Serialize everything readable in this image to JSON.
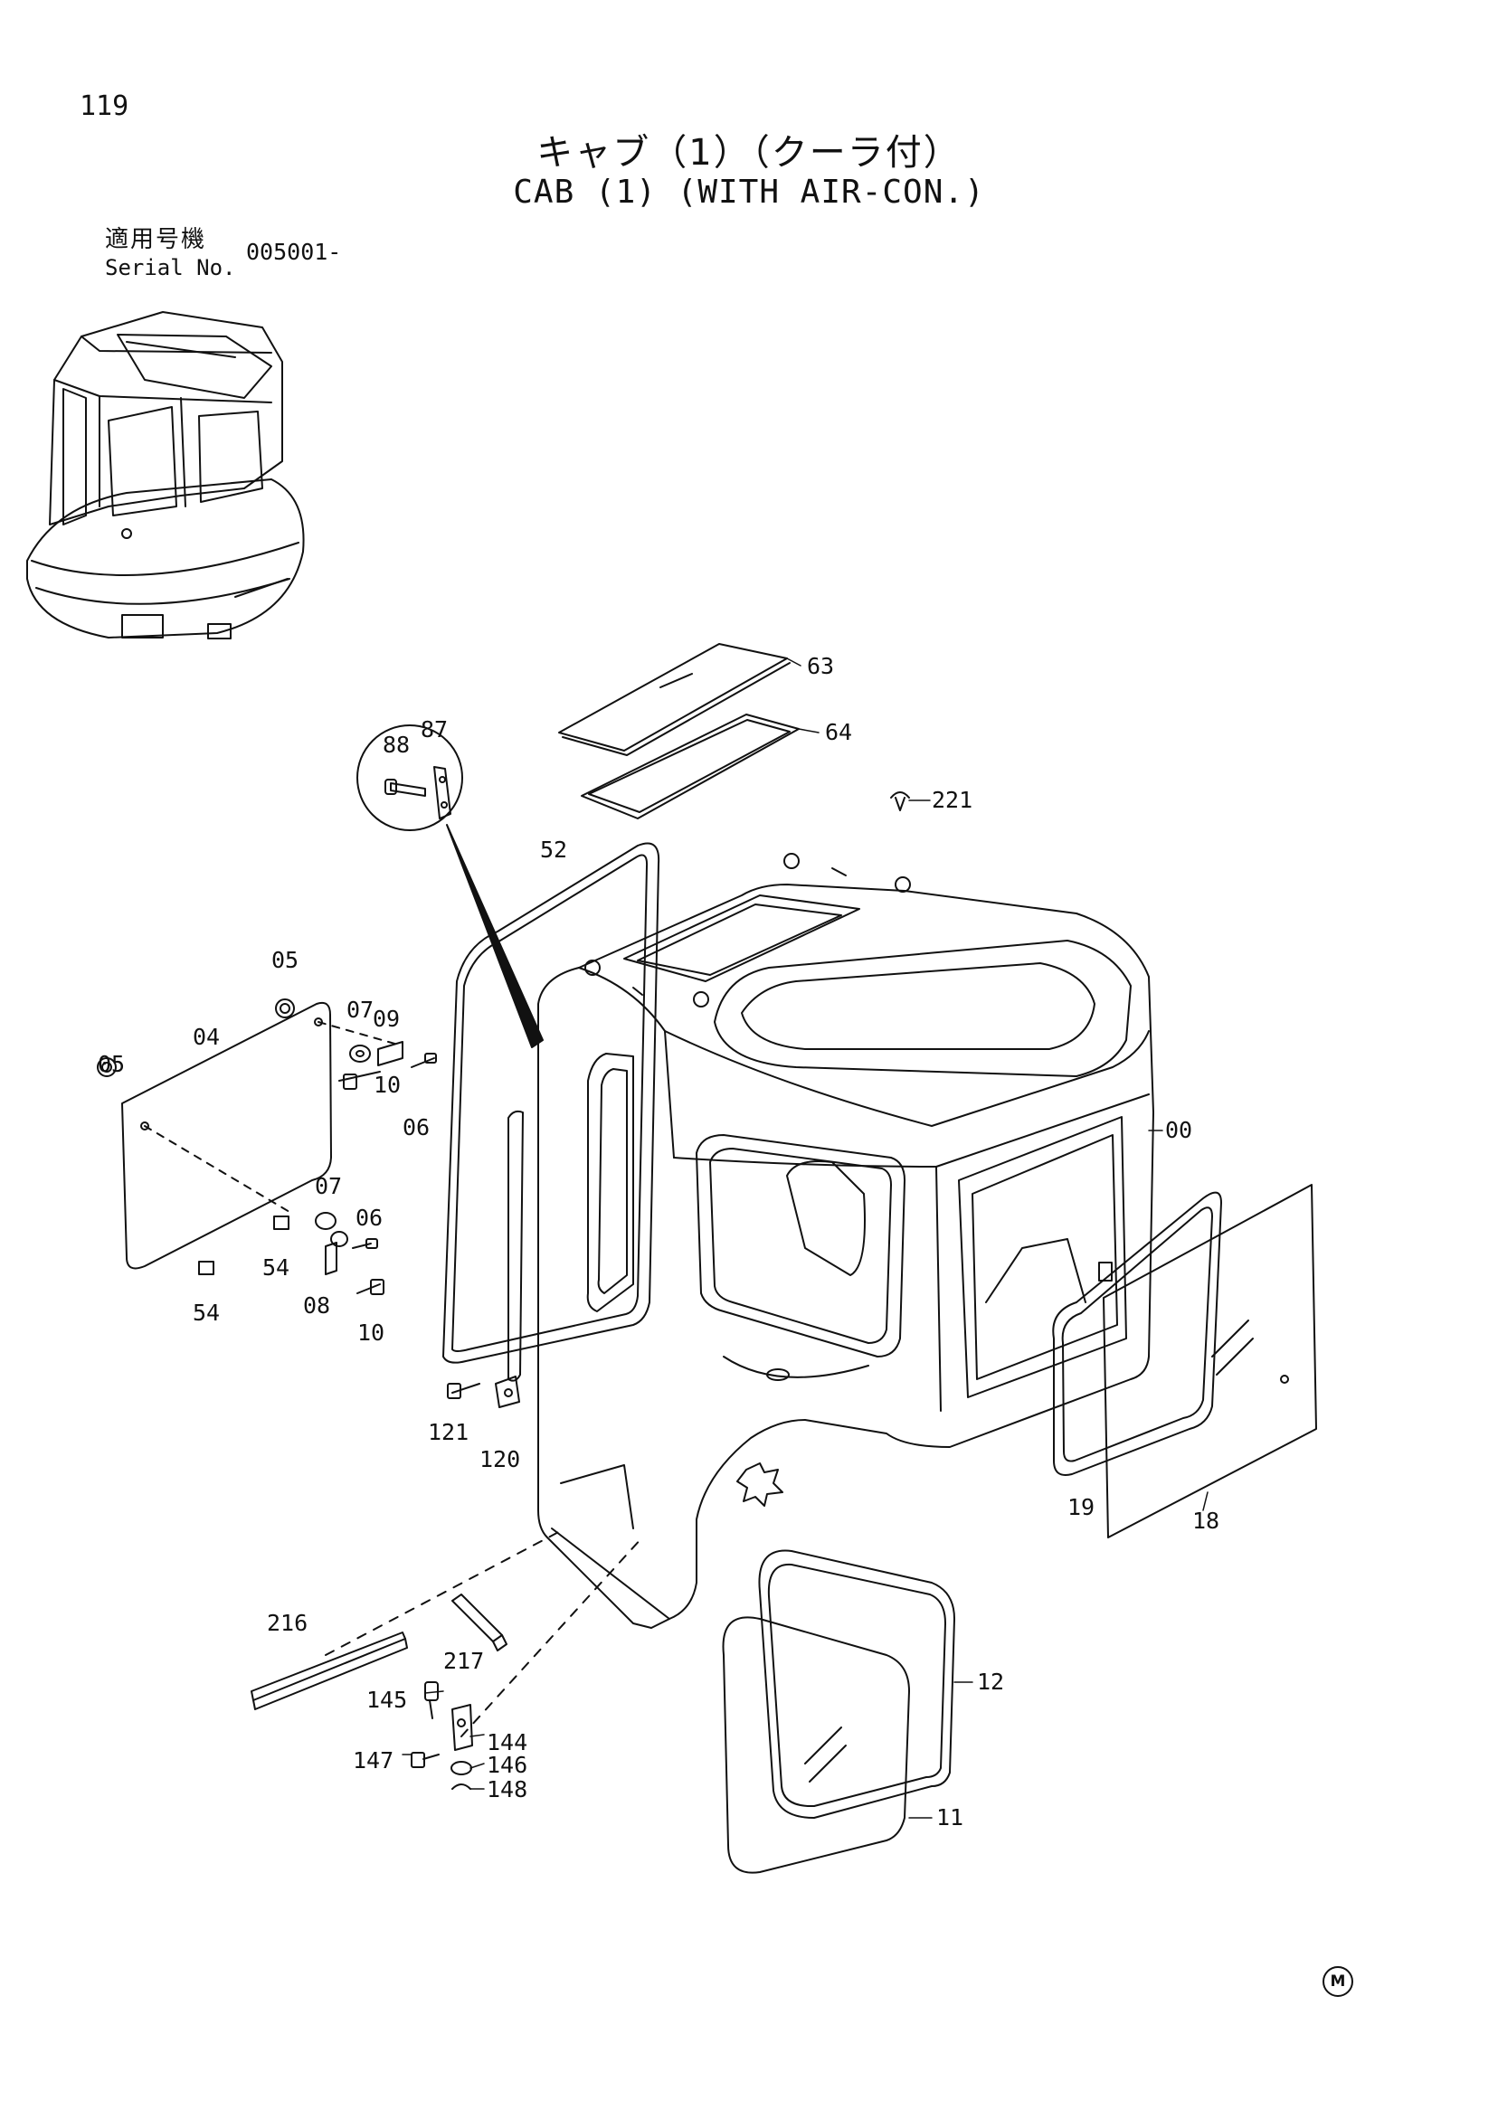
{
  "page_number": "119",
  "title_jp": "キャブ（1）（クーラ付）",
  "title_en": "CAB (1) (WITH AIR-CON.)",
  "serial": {
    "label_jp": "適用号機",
    "label_en": "Serial No.",
    "value": "005001-"
  },
  "footer_mark": "M",
  "callouts": {
    "p63": "63",
    "p64": "64",
    "p221": "221",
    "p88": "88",
    "p87": "87",
    "p52": "52",
    "p05a": "05",
    "p05b": "05",
    "p04": "04",
    "p07a": "07",
    "p09": "09",
    "p10a": "10",
    "p06a": "06",
    "p07b": "07",
    "p06b": "06",
    "p54a": "54",
    "p54b": "54",
    "p08": "08",
    "p10b": "10",
    "p121": "121",
    "p120": "120",
    "p00": "00",
    "p19": "19",
    "p18": "18",
    "p216": "216",
    "p217": "217",
    "p145": "145",
    "p144": "144",
    "p147": "147",
    "p146": "146",
    "p148": "148",
    "p12": "12",
    "p11": "11"
  }
}
